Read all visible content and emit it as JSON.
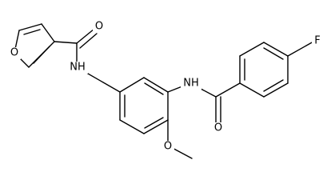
{
  "structure": {
    "atoms": {
      "ring_oxygen": "O",
      "furan_carbonyl_oxygen": "O",
      "amide_nh_left": "NH",
      "amide_nh_right": "NH",
      "benzoyl_carbonyl_oxygen": "O",
      "fluorine": "F",
      "methoxy_oxygen": "O"
    },
    "colors": {
      "ink": "#000000",
      "background": "#ffffff"
    }
  }
}
